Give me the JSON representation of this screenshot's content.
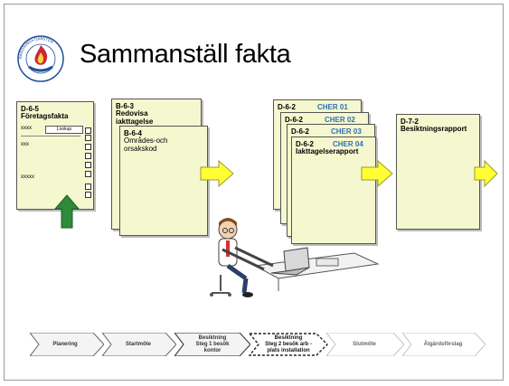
{
  "title": "Sammanställ fakta",
  "logo": {
    "icon": "fire-rescue-emblem-icon",
    "ring_text": "RÄDDNINGSTJÄNSTEN",
    "colors": {
      "red": "#c8283c",
      "blue": "#1e4f9a"
    }
  },
  "colors": {
    "doc_fill": "#f5f7cf",
    "arrow_yellow": "#ffff33",
    "arrow_green": "#2e8b3a",
    "cher_blue": "#2f6fb5"
  },
  "doc_foretagsfakta": {
    "code": "D-6-5",
    "title": "Företagsfakta",
    "row1": "xxxx",
    "lookup": "Lookup",
    "row2": "xxx",
    "row3": "xxxxx"
  },
  "doc_redovisa": {
    "code": "B-6-3",
    "title": "Redovisa\niakttagelse"
  },
  "doc_omrades": {
    "code": "B-6-4",
    "title": "Områdes-och\norsakskod"
  },
  "cher_docs": [
    {
      "code": "D-6-2",
      "cher": "CHER 01"
    },
    {
      "code": "D-6-2",
      "cher": "CHER 02"
    },
    {
      "code": "D-6-2",
      "cher": "CHER 03"
    },
    {
      "code": "D-6-2",
      "cher": "CHER 04",
      "title": "Iakttagelserapport"
    }
  ],
  "doc_besiktning": {
    "code": "D-7-2",
    "title": "Besiktningsrapport"
  },
  "process_steps": [
    {
      "label": "Planering",
      "state": "done"
    },
    {
      "label": "Startmöte",
      "state": "done"
    },
    {
      "label": "Besiktning\nSteg 1 besök\nkontor",
      "state": "done"
    },
    {
      "label": "Besiktning\nSteg 2 besök arb -\nplats installation",
      "state": "current"
    },
    {
      "label": "Slutmöte",
      "state": "future"
    },
    {
      "label": "Åtgärdsförslag",
      "state": "future"
    }
  ]
}
